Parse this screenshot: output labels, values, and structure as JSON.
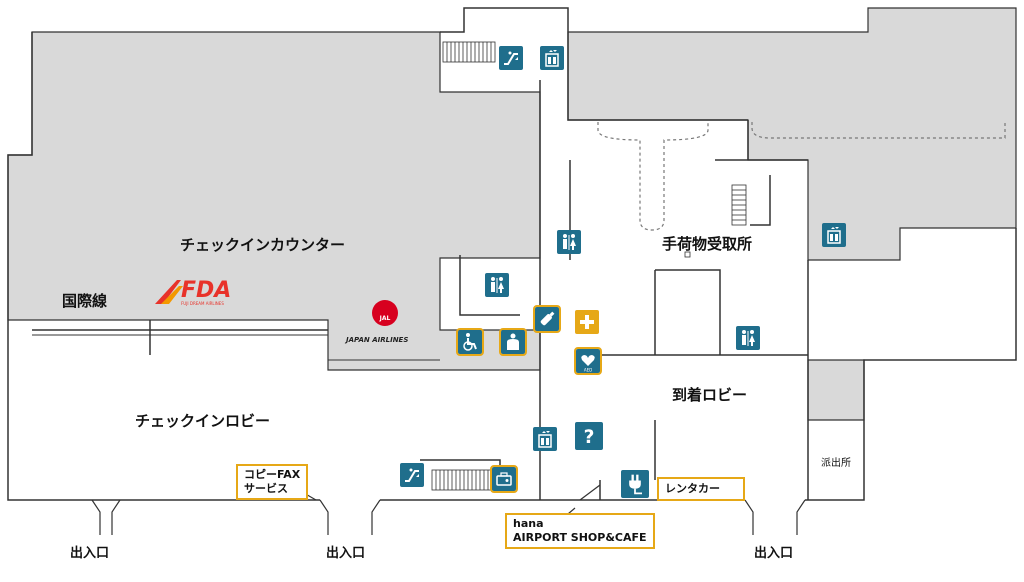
{
  "labels": {
    "international": "国際線",
    "checkin_counter": "チェックインカウンター",
    "checkin_lobby": "チェックインロビー",
    "baggage_claim": "手荷物受取所",
    "arrival_lobby": "到着ロビー",
    "police_box": "派出所",
    "exit": "出入口"
  },
  "boxed": {
    "copy_fax_line1": "コピーFAX",
    "copy_fax_line2": "サービス",
    "rental_car": "レンタカー",
    "shop_line1": "hana",
    "shop_line2": "AIRPORT SHOP&CAFE"
  },
  "brands": {
    "fda_name": "FDA",
    "fda_sub": "FUJI DREAM AIRLINES",
    "jal_mark": "JAL",
    "jal_name": "JAPAN AIRLINES"
  },
  "colors": {
    "floor": "#d9d9d9",
    "wall": "#333333",
    "icon": "#1f6e8c",
    "highlight": "#e6a817",
    "fda": "#e8322a",
    "jal": "#d7001f"
  },
  "icons": [
    "escalator-icon",
    "elevator-icon",
    "restroom-icon",
    "restroom-icon",
    "elevator-icon",
    "wheelchair-icon",
    "family-room-icon",
    "nursing-bottle-icon",
    "first-aid-icon",
    "aed-icon",
    "restroom-icon",
    "elevator-icon",
    "information-icon",
    "escalator-icon",
    "luggage-icon",
    "power-outlet-icon"
  ]
}
